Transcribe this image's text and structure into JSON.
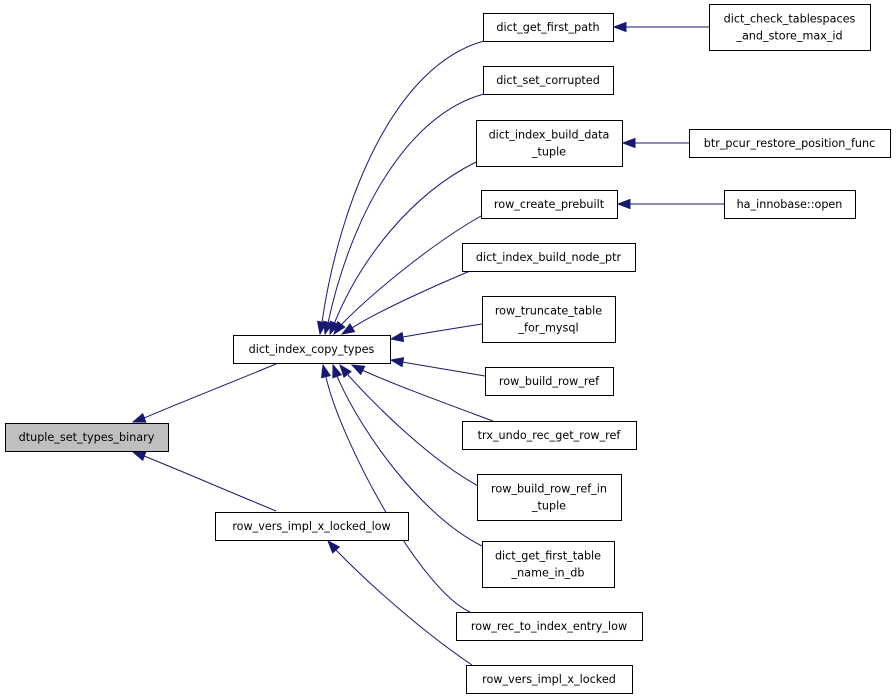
{
  "diagram": {
    "type": "call-graph",
    "edge_color": "#191970",
    "root_fill": "#bfbfbf",
    "node_fill": "#ffffff",
    "nodes": [
      {
        "id": "dtuple_set_types_binary",
        "lines": [
          "dtuple_set_types_binary"
        ],
        "root": true
      },
      {
        "id": "dict_index_copy_types",
        "lines": [
          "dict_index_copy_types"
        ]
      },
      {
        "id": "row_vers_impl_x_locked_low",
        "lines": [
          "row_vers_impl_x_locked_low"
        ]
      },
      {
        "id": "dict_get_first_path",
        "lines": [
          "dict_get_first_path"
        ]
      },
      {
        "id": "dict_set_corrupted",
        "lines": [
          "dict_set_corrupted"
        ]
      },
      {
        "id": "dict_index_build_data_tuple",
        "lines": [
          "dict_index_build_data",
          "_tuple"
        ]
      },
      {
        "id": "row_create_prebuilt",
        "lines": [
          "row_create_prebuilt"
        ]
      },
      {
        "id": "dict_index_build_node_ptr",
        "lines": [
          "dict_index_build_node_ptr"
        ]
      },
      {
        "id": "row_truncate_table_for_mysql",
        "lines": [
          "row_truncate_table",
          "_for_mysql"
        ]
      },
      {
        "id": "row_build_row_ref",
        "lines": [
          "row_build_row_ref"
        ]
      },
      {
        "id": "trx_undo_rec_get_row_ref",
        "lines": [
          "trx_undo_rec_get_row_ref"
        ]
      },
      {
        "id": "row_build_row_ref_in_tuple",
        "lines": [
          "row_build_row_ref_in",
          "_tuple"
        ]
      },
      {
        "id": "dict_get_first_table_name_in_db",
        "lines": [
          "dict_get_first_table",
          "_name_in_db"
        ]
      },
      {
        "id": "row_rec_to_index_entry_low",
        "lines": [
          "row_rec_to_index_entry_low"
        ]
      },
      {
        "id": "row_vers_impl_x_locked",
        "lines": [
          "row_vers_impl_x_locked"
        ]
      },
      {
        "id": "dict_check_tablespaces_and_store_max_id",
        "lines": [
          "dict_check_tablespaces",
          "_and_store_max_id"
        ]
      },
      {
        "id": "btr_pcur_restore_position_func",
        "lines": [
          "btr_pcur_restore_position_func"
        ]
      },
      {
        "id": "ha_innobase_open",
        "lines": [
          "ha_innobase::open"
        ]
      }
    ],
    "edges": [
      {
        "from": "dict_index_copy_types",
        "to": "dtuple_set_types_binary"
      },
      {
        "from": "row_vers_impl_x_locked_low",
        "to": "dtuple_set_types_binary"
      },
      {
        "from": "dict_get_first_path",
        "to": "dict_index_copy_types"
      },
      {
        "from": "dict_set_corrupted",
        "to": "dict_index_copy_types"
      },
      {
        "from": "dict_index_build_data_tuple",
        "to": "dict_index_copy_types"
      },
      {
        "from": "row_create_prebuilt",
        "to": "dict_index_copy_types"
      },
      {
        "from": "dict_index_build_node_ptr",
        "to": "dict_index_copy_types"
      },
      {
        "from": "row_truncate_table_for_mysql",
        "to": "dict_index_copy_types"
      },
      {
        "from": "row_build_row_ref",
        "to": "dict_index_copy_types"
      },
      {
        "from": "trx_undo_rec_get_row_ref",
        "to": "dict_index_copy_types"
      },
      {
        "from": "row_build_row_ref_in_tuple",
        "to": "dict_index_copy_types"
      },
      {
        "from": "dict_get_first_table_name_in_db",
        "to": "dict_index_copy_types"
      },
      {
        "from": "row_rec_to_index_entry_low",
        "to": "dict_index_copy_types"
      },
      {
        "from": "row_vers_impl_x_locked",
        "to": "row_vers_impl_x_locked_low"
      },
      {
        "from": "dict_check_tablespaces_and_store_max_id",
        "to": "dict_get_first_path"
      },
      {
        "from": "btr_pcur_restore_position_func",
        "to": "dict_index_build_data_tuple"
      },
      {
        "from": "ha_innobase_open",
        "to": "row_create_prebuilt"
      }
    ]
  }
}
